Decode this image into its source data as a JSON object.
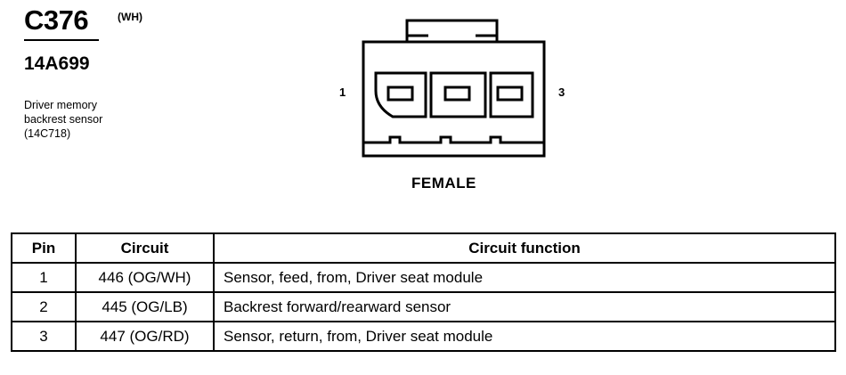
{
  "connector": {
    "id": "C376",
    "color_code": "(WH)",
    "part_number": "14A699",
    "description_lines": [
      "Driver memory",
      "backrest sensor",
      "(14C718)"
    ],
    "pin_left_label": "1",
    "pin_right_label": "3",
    "gender": "FEMALE"
  },
  "pin_table": {
    "headers": [
      "Pin",
      "Circuit",
      "Circuit function"
    ],
    "rows": [
      [
        "1",
        "446 (OG/WH)",
        "Sensor, feed, from, Driver seat module"
      ],
      [
        "2",
        "445 (OG/LB)",
        "Backrest forward/rearward sensor"
      ],
      [
        "3",
        "447 (OG/RD)",
        "Sensor, return, from, Driver seat module"
      ]
    ]
  }
}
